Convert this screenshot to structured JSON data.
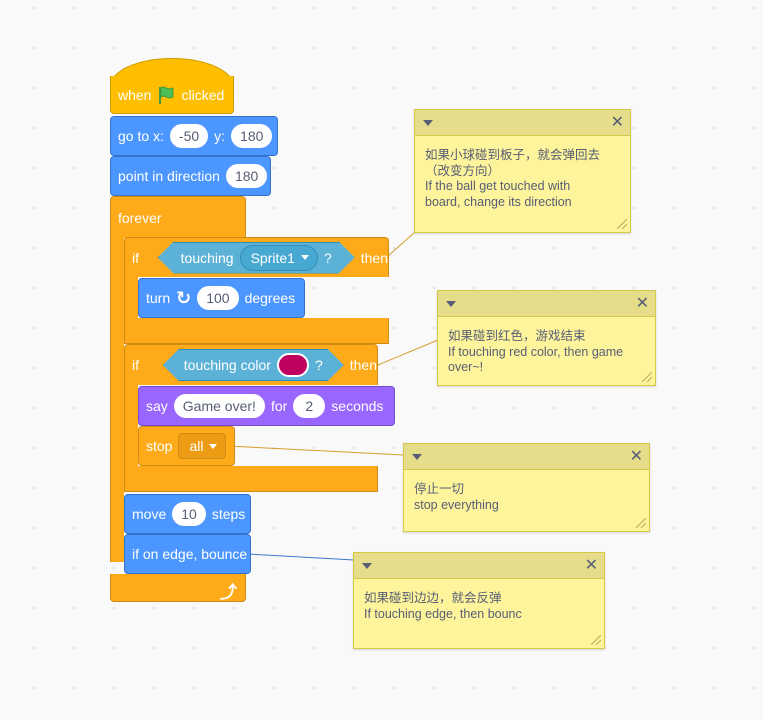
{
  "colors": {
    "events": "#ffbf00",
    "motion": "#4c97ff",
    "control": "#ffab19",
    "looks": "#9966ff",
    "sensing": "#5cb1d6",
    "note": "#fef49c",
    "touch_color_swatch": "#bf005f"
  },
  "script": {
    "when_flag": {
      "pre": "when",
      "post": "clicked",
      "icon": "green-flag-icon"
    },
    "goto": {
      "label": "go to x:",
      "x": "-50",
      "y_label": "y:",
      "y": "180"
    },
    "point": {
      "label": "point in direction",
      "value": "180"
    },
    "forever": {
      "label": "forever",
      "loop_icon": "loop-arrow-icon"
    },
    "if1": {
      "if": "if",
      "then": "then",
      "cond_label": "touching",
      "target": "Sprite1",
      "q": "?"
    },
    "turn": {
      "label": "turn",
      "value": "100",
      "unit": "degrees",
      "icon": "rotate-right-icon"
    },
    "if2": {
      "if": "if",
      "then": "then",
      "cond_label": "touching color",
      "q": "?"
    },
    "say": {
      "label": "say",
      "message": "Game over!",
      "for": "for",
      "secs": "2",
      "unit": "seconds"
    },
    "stop": {
      "label": "stop",
      "option": "all"
    },
    "move": {
      "label": "move",
      "value": "10",
      "unit": "steps"
    },
    "bounce": {
      "label": "if on edge, bounce"
    }
  },
  "notes": [
    {
      "text": "如果小球碰到板子，就会弹回去\n（改变方向）\nIf the ball get touched with\nboard, change its direction"
    },
    {
      "text": "如果碰到红色，游戏结束\nIf touching red color, then game\nover~!"
    },
    {
      "text": "停止一切\nstop everything"
    },
    {
      "text": "如果碰到边边，就会反弹\nIf touching edge, then bounc"
    }
  ]
}
